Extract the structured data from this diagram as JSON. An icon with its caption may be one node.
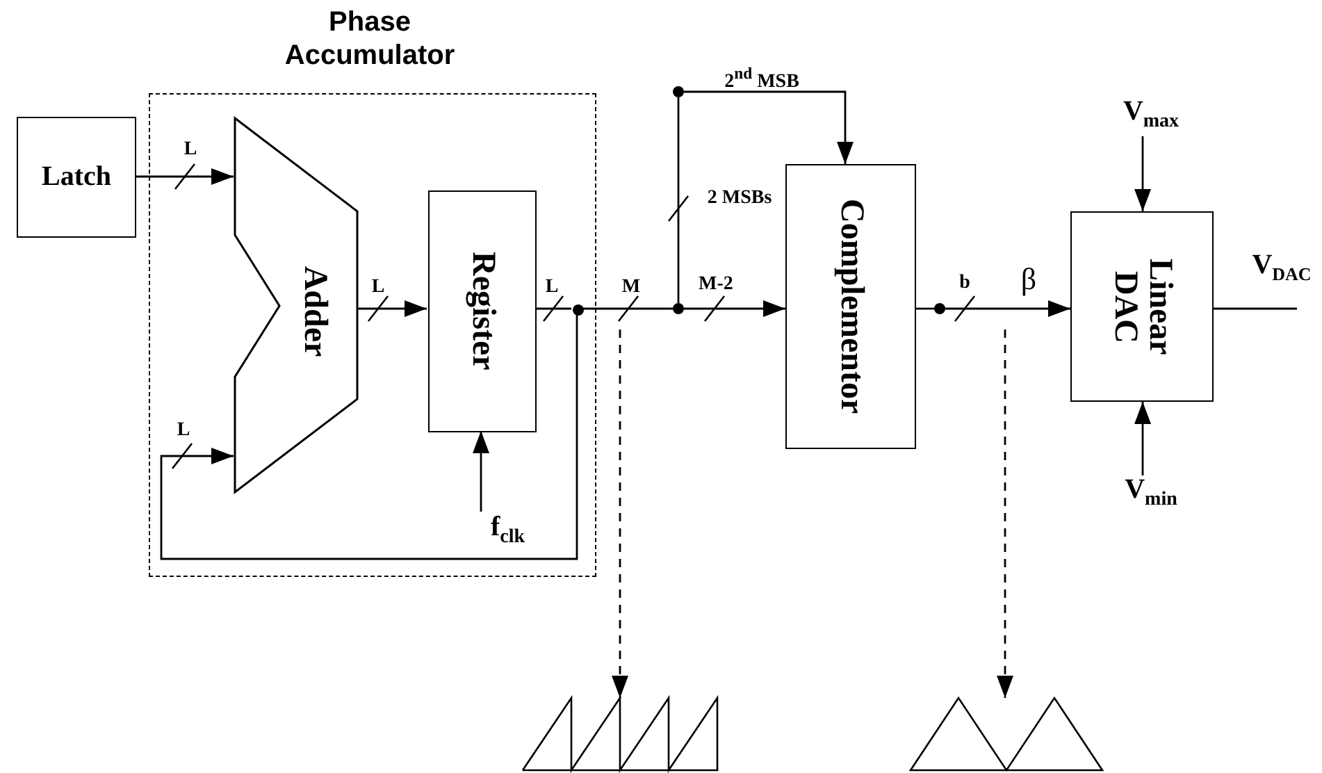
{
  "diagram": {
    "nodes": [
      {
        "text": [
          "Phase Accumulator"
        ]
      },
      {
        "text": [
          "Latch"
        ]
      },
      {
        "text": [
          "Adder"
        ],
        "in": 0
      },
      {
        "text": [
          "Register"
        ],
        "in": 0
      },
      {
        "text": [
          "Complementor"
        ]
      },
      {
        "text": [
          "Linear DAC"
        ]
      },
      {
        "text": [],
        "shape": "picture"
      },
      {
        "text": [],
        "shape": "picture"
      },
      {
        "text": [
          "f$_{clk}$"
        ],
        "in": 0
      },
      {
        "text": [
          "V$_{max}$"
        ]
      },
      {
        "text": [
          "V$_{min}$"
        ]
      },
      {
        "text": [],
        "shape": "circle",
        "in": 0
      },
      {
        "text": [],
        "shape": "circle"
      },
      {
        "text": [],
        "shape": "circle"
      },
      {
        "text": [],
        "shape": "circle"
      }
    ],
    "edges": [
      {
        "from": 1,
        "to": 2,
        "arrow": "to",
        "label": "L"
      },
      {
        "from": 2,
        "to": 3,
        "arrow": "to",
        "label": "L"
      },
      {
        "from": 3,
        "to": 11,
        "arrow": "none",
        "label": "L"
      },
      {
        "from": 11,
        "to": 12,
        "arrow": "none",
        "label": "M"
      },
      {
        "from": 12,
        "to": 4,
        "arrow": "to",
        "label": "M-2"
      },
      {
        "from": 12,
        "to": 13,
        "arrow": "none",
        "label": "2 MSBs"
      },
      {
        "from": 13,
        "to": 4,
        "arrow": "to",
        "label": "2$^{nd}$ MSB"
      },
      {
        "from": 11,
        "to": 2,
        "arrow": "to",
        "label": "L"
      },
      {
        "from": 8,
        "to": 3,
        "arrow": "to"
      },
      {
        "from": 4,
        "to": 14,
        "arrow": "none"
      },
      {
        "from": 14,
        "to": 5,
        "arrow": "to",
        "label": "b"
      },
      {
        "from": 9,
        "to": 5,
        "arrow": "to"
      },
      {
        "from": 10,
        "to": 5,
        "arrow": "to"
      },
      {
        "from": 5,
        "to": null,
        "arrow": "none"
      },
      {
        "from": null,
        "to": 6,
        "arrow": "to",
        "style": "dashed"
      },
      {
        "from": null,
        "to": 7,
        "arrow": "to",
        "style": "dashed"
      }
    ],
    "labels": [
      "β",
      "V$_{DAC}$"
    ]
  }
}
